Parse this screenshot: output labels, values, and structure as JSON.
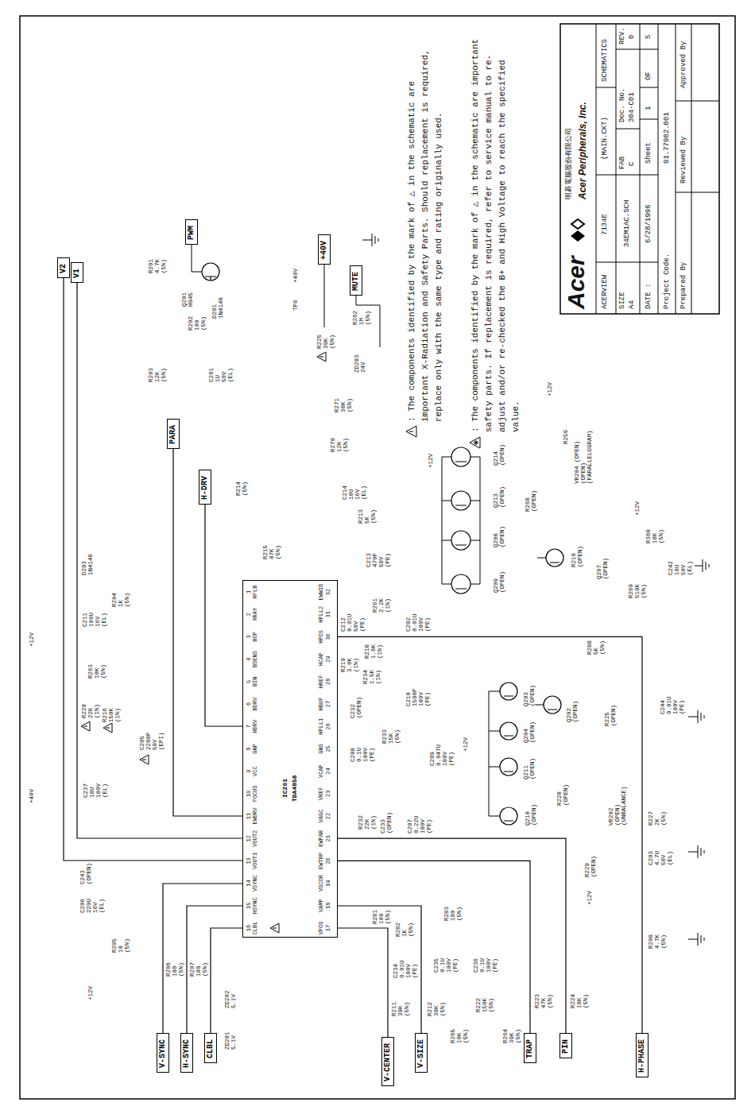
{
  "diagram": {
    "nodes": [
      {
        "text": [
          "V2"
        ]
      },
      {
        "text": [
          "V1"
        ]
      },
      {
        "text": [
          "PWM"
        ]
      },
      {
        "text": [
          "+40V"
        ]
      },
      {
        "text": [
          "MUTE"
        ]
      },
      {
        "text": [
          "PARA"
        ]
      },
      {
        "text": [
          "H-DRV"
        ]
      },
      {
        "text": [
          "IC201",
          "TDA4858"
        ]
      },
      {
        "text": [
          "V-SYNC"
        ]
      },
      {
        "text": [
          "H-SYNC"
        ]
      },
      {
        "text": [
          "CLBL"
        ]
      },
      {
        "text": [
          "V-CENTER"
        ]
      },
      {
        "text": [
          "V-SIZE"
        ]
      },
      {
        "text": [
          "TRAP"
        ]
      },
      {
        "text": [
          "PIN"
        ]
      },
      {
        "text": [
          "H-PHASE"
        ]
      }
    ],
    "edges": [
      {
        "from": 0,
        "to": 7,
        "arrow": "none"
      },
      {
        "from": 1,
        "to": 7,
        "arrow": "none"
      },
      {
        "from": 5,
        "to": 7,
        "arrow": "none"
      },
      {
        "from": 6,
        "to": 7,
        "arrow": "none"
      },
      {
        "from": 8,
        "to": 7,
        "arrow": "none"
      },
      {
        "from": 9,
        "to": 7,
        "arrow": "none"
      },
      {
        "from": 10,
        "to": 7,
        "arrow": "none"
      },
      {
        "from": 11,
        "to": 7,
        "arrow": "none"
      },
      {
        "from": 12,
        "to": 7,
        "arrow": "none"
      },
      {
        "from": 13,
        "to": 7,
        "arrow": "none"
      },
      {
        "from": 14,
        "to": 7,
        "arrow": "none"
      },
      {
        "from": 15,
        "to": 7,
        "arrow": "none"
      }
    ],
    "labels": [
      "Acer",
      "明碁電腦股份有限公司",
      "Acer Peripherals, Inc.",
      "ACERVIEW",
      "7134E",
      "(MAIN.CKT)",
      "SCHEMATICS",
      "SIZE",
      "A4",
      "34EM1AC.SCH",
      "FAB",
      "C",
      "Doc. No.",
      "304-C01",
      "REV.",
      "0",
      "DATE :",
      "6/28/1996",
      "Sheet",
      "1",
      "OF",
      "5",
      "Project Code.",
      "91.77902.001",
      "Prepared By",
      "Reviewed By",
      "Approved By",
      ": The components identified by the mark of △ in the schematic are important X-Radiation and Safety Parts. Should replacement is required, replace only with the same type and rating originally used.",
      ": The components identified by the mark of △ in the schematic are important safety parts. If replacement is required, refer to service manual to re-adjust and/or re-checked the B+ and High Voltage to reach the specified value.",
      "1",
      "HFLB",
      "2",
      "XRAY",
      "3",
      "BOP",
      "4",
      "BSENS",
      "5",
      "BIN",
      "6",
      "BDRV",
      "7",
      "HDRV",
      "8",
      "GNP",
      "9",
      "VCC",
      "10",
      "FOCUS",
      "11",
      "EWDRV",
      "12",
      "VOUT2",
      "13",
      "VOUT1",
      "14",
      "VSYNC",
      "15",
      "HSYNC",
      "16",
      "CLBL",
      "17",
      "VPOS",
      "18",
      "VAMP",
      "19",
      "VSCOR",
      "20",
      "EWTRP",
      "21",
      "EWPAR",
      "22",
      "VAGC",
      "23",
      "VREF",
      "24",
      "VCAP",
      "25",
      "GNS",
      "26",
      "HPLL1",
      "27",
      "HBUF",
      "28",
      "HREF",
      "29",
      "HCAP",
      "30",
      "HPOS",
      "31",
      "HPLL2",
      "32",
      "EWWID",
      "+40V",
      "TP6",
      "R201 4.7K (5%)",
      "R203 12K (5%)",
      "Q201 H945",
      "R202 100 (5%)",
      "D201 1N4148",
      "C201 1U 50V (EL)",
      "R225 39K (5%)",
      "R262 1M (5%)",
      "ZD203 24V",
      "R271 30K (5%)",
      "R270 12K (5%)",
      "C214 10U 16V (EL)",
      "R213 5K (5%)",
      "R214 (5%)",
      "R215 47K (5%)",
      "C213 470P 50V (PE)",
      "R204 1K (5%)",
      "D203 1N4148",
      "C211 100U 16V (EL)",
      "+12V",
      "R263 10K (5%)",
      "R220 22K (1%)",
      "R216 150K (1%)",
      "C205 2200P 50V (EPI)",
      "C237 10U 100V (EL)",
      "+40V",
      "C243 (OPEN)",
      "C206 220U 16V (EL)",
      "R205 10 (5%)",
      "+12V",
      "R206 100 (5%)",
      "R207 100 (5%)",
      "ZD202 5.1V",
      "ZD201 5.1V",
      "R281 100 (5%)",
      "R282 1K (5%)",
      "R283 100 (5%)",
      "C234 0.01U 100V (PE)",
      "C235 0.1U 100V (PE)",
      "C236 0.1U 100V (PE)",
      "R211 39K (5%)",
      "R212 39K (5%)",
      "R265 10K (5%)",
      "R222 150K (5%)",
      "R264 39K (5%)",
      "R223 47K (5%)",
      "R224 10K (5%)",
      "R232 22K (1%)",
      "C233 (OPEN)",
      "C207 0.22U 100V (PE)",
      "C208 0.1U 100V (PE)",
      "R233 15K (5%)",
      "C209 0.047U 100V (PE)",
      "+12V",
      "C232 (OPEN)",
      "C210 1500P 100V (PE)",
      "R219 3.0K (1%)",
      "R234 1.5K (1%)",
      "R218 1.6K (1%)",
      "C212 0.01U 50V (PE)",
      "R261 2.2K (1%)",
      "C202 0.01U 100V (PE)",
      "+12V",
      "Q214 (OPEN)",
      "Q213 (OPEN)",
      "Q208 (OPEN)",
      "Q209 (OPEN)",
      "R268 (OPEN)",
      "R210 (OPEN)",
      "Q207 (OPEN)",
      "R259",
      "+12V",
      "VR204 (OPEN) (OPEN) (PARALLELOGRAM)",
      "+12V",
      "R368 10K (5%)",
      "C242 10U 50V (EL)",
      "R269 510K (5%)",
      "R288 5K (5%)",
      "C244 0.01U 100V (PE)",
      "Q203 (OPEN)",
      "Q204 (OPEN)",
      "Q211 (OPEN)",
      "Q202 (OPEN)",
      "R225 (OPEN)",
      "Q210 (OPEN)",
      "R228 (OPEN)",
      "VR202 (OPEN) (UNBALANCE)",
      "R227 2K (5%)",
      "R229 (OPEN)",
      "+12V",
      "C203 4.7U 50V (EL)",
      "R208 4.7K (5%)"
    ]
  }
}
